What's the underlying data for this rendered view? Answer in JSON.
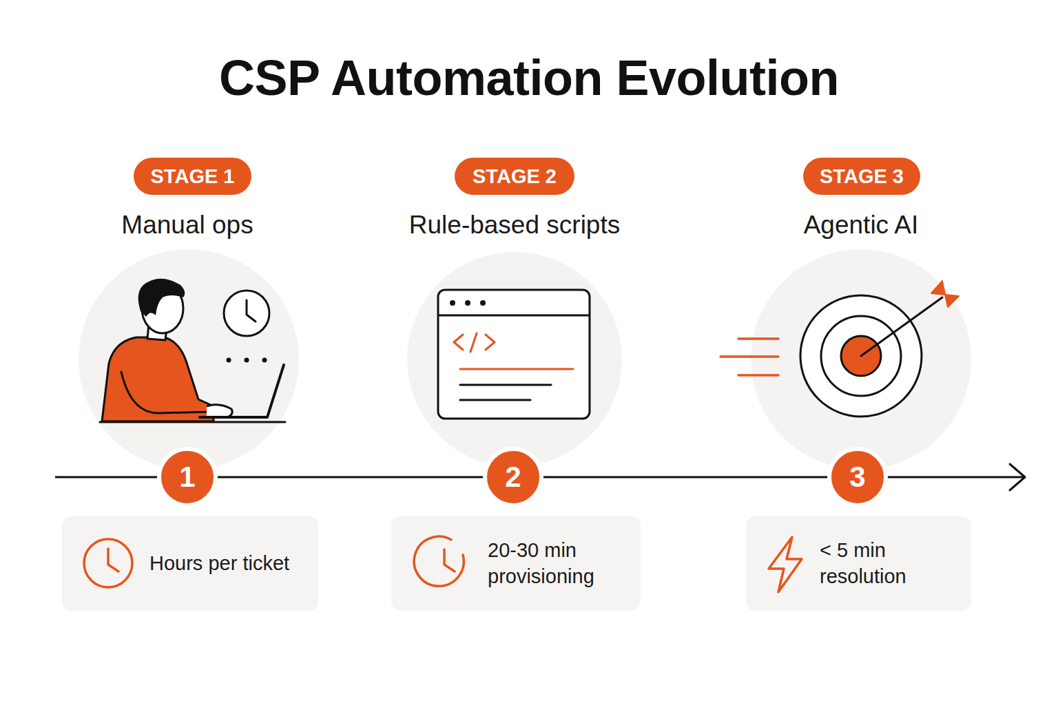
{
  "diagram": {
    "title": "CSP Automation Evolution",
    "nodes": [
      {
        "text": [
          "STAGE 1"
        ]
      },
      {
        "text": [
          "STAGE 2"
        ]
      },
      {
        "text": [
          "STAGE 3"
        ]
      },
      {
        "text": [
          "1"
        ]
      },
      {
        "text": [
          "2"
        ]
      },
      {
        "text": [
          "3"
        ]
      },
      {
        "text": [
          "Hours per ticket"
        ]
      },
      {
        "text": [
          "20-30 min provisioning"
        ]
      },
      {
        "text": [
          "< 5 min resolution"
        ]
      }
    ],
    "edges": [
      {
        "from": 3,
        "to": 4,
        "arrow": "none"
      },
      {
        "from": 4,
        "to": 5,
        "arrow": "none"
      }
    ],
    "labels": [
      "Manual ops",
      "Rule-based scripts",
      "Agentic AI"
    ]
  }
}
